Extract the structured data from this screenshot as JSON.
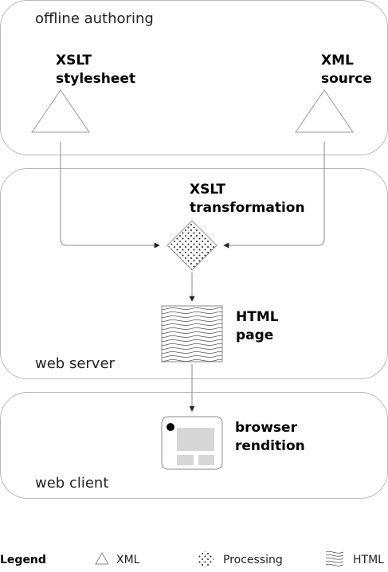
{
  "zones": {
    "offline_authoring": "offline authoring",
    "web_server": "web server",
    "web_client": "web client"
  },
  "nodes": {
    "xslt_stylesheet": [
      "XSLT",
      "stylesheet"
    ],
    "xml_source": [
      "XML",
      "source"
    ],
    "xslt_transformation": [
      "XSLT",
      "transformation"
    ],
    "html_page": [
      "HTML",
      "page"
    ],
    "browser_rendition": [
      "browser",
      "rendition"
    ]
  },
  "legend": {
    "title": "Legend",
    "items": [
      {
        "icon": "triangle-icon",
        "label": "XML"
      },
      {
        "icon": "dotted-circle-icon",
        "label": "Processing"
      },
      {
        "icon": "wavy-lines-icon",
        "label": "HTML"
      }
    ]
  },
  "colors": {
    "zone_border": "#b8b8b8",
    "browser_fill": "#d6d6d6",
    "dot": "#000000"
  }
}
